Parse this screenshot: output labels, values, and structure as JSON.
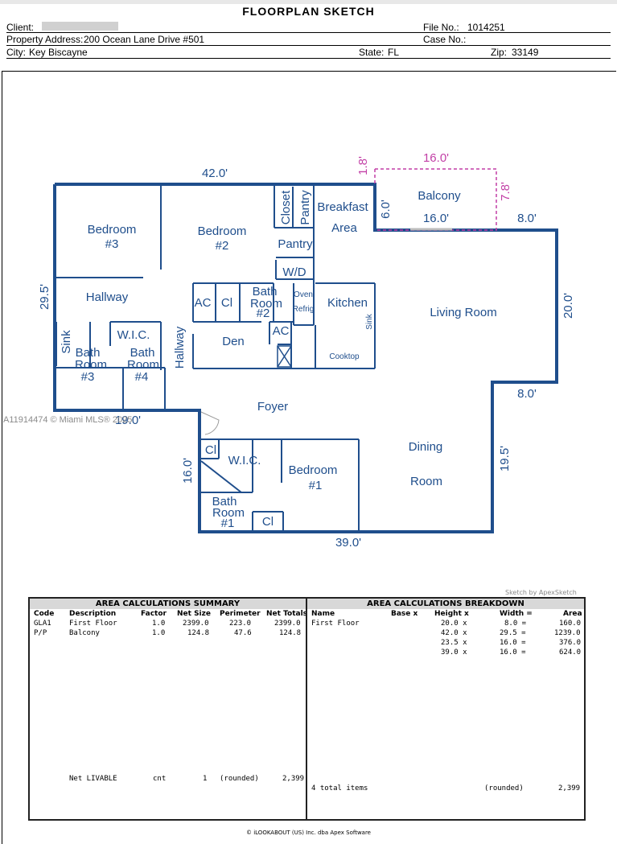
{
  "header": {
    "title": "FLOORPLAN SKETCH",
    "client_label": "Client:",
    "file_no_label": "File No.:",
    "file_no": "1014251",
    "property_label": "Property Address:",
    "property_address": "200 Ocean Lane Drive #501",
    "case_no_label": "Case No.:",
    "city_label": "City:",
    "city": "Key Biscayne",
    "state_label": "State:",
    "state": "FL",
    "zip_label": "Zip:",
    "zip": "33149"
  },
  "plan": {
    "rooms": {
      "bedroom3_a": "Bedroom",
      "bedroom3_b": "#3",
      "bedroom2_a": "Bedroom",
      "bedroom2_b": "#2",
      "closet": "Closet",
      "pantry_v": "Pantry",
      "breakfast": "Breakfast",
      "area": "Area",
      "balcony": "Balcony",
      "pantry": "Pantry",
      "wd": "W/D",
      "hallway": "Hallway",
      "ac1": "AC",
      "cl1": "Cl",
      "bath2_a": "Bath",
      "bath2_b": "Room",
      "bath2_c": "#2",
      "oven": "Oven",
      "refrig": "Refrig",
      "kitchen": "Kitchen",
      "living": "Living Room",
      "sink1": "Sink",
      "wic1": "W.I.C.",
      "hallway_v": "Hallway",
      "den": "Den",
      "ac2": "AC",
      "sink2": "Sink",
      "cooktop": "Cooktop",
      "bath3_a": "Bath",
      "bath3_b": "Room",
      "bath3_c": "#3",
      "bath4_a": "Bath",
      "bath4_b": "Room",
      "bath4_c": "#4",
      "foyer": "Foyer",
      "dining": "Dining",
      "room": "Room",
      "cl2": "Cl",
      "wic2": "W.I.C.",
      "bedroom1_a": "Bedroom",
      "bedroom1_b": "#1",
      "bath1_a": "Bath",
      "bath1_b": "Room",
      "bath1_c": "#1",
      "cl3": "Cl"
    },
    "dimensions": {
      "top": "42.0'",
      "left": "29.5'",
      "balcony_top": "16.0'",
      "balcony_bottom": "16.0'",
      "balcony_left": "6.0'",
      "balcony_right": "7.8'",
      "balcony_offset": "1.8'",
      "step_top": "8.0'",
      "right": "20.0'",
      "step_mid": "8.0'",
      "right_lower": "19.5'",
      "bottom": "39.0'",
      "lower_left": "16.0'",
      "mid_left": "19.0'"
    },
    "watermark": "A11914474 © Miami MLS® 2025",
    "sketch_by": "Sketch by ApexSketch"
  },
  "summary": {
    "title": "AREA CALCULATIONS SUMMARY",
    "headers": [
      "Code",
      "Description",
      "Factor",
      "Net Size",
      "Perimeter",
      "Net Totals"
    ],
    "rows": [
      [
        "GLA1",
        "First Floor",
        "1.0",
        "2399.0",
        "223.0",
        "2399.0"
      ],
      [
        "P/P",
        "Balcony",
        "1.0",
        "124.8",
        "47.6",
        "124.8"
      ]
    ],
    "net_livable": "Net LIVABLE",
    "cnt": "cnt",
    "count": "1",
    "rounded": "(rounded)",
    "total": "2,399"
  },
  "breakdown": {
    "title": "AREA CALCULATIONS BREAKDOWN",
    "headers": [
      "Name",
      "Base x",
      "Height x",
      "Width =",
      "Area"
    ],
    "name": "First Floor",
    "rows": [
      [
        "20.0 x",
        "8.0 =",
        "160.0"
      ],
      [
        "42.0 x",
        "29.5 =",
        "1239.0"
      ],
      [
        "23.5 x",
        "16.0 =",
        "376.0"
      ],
      [
        "39.0 x",
        "16.0 =",
        "624.0"
      ]
    ],
    "items": "4 total items",
    "rounded": "(rounded)",
    "total": "2,399"
  },
  "footer": "© iLOOKABOUT (US) Inc. dba Apex Software"
}
